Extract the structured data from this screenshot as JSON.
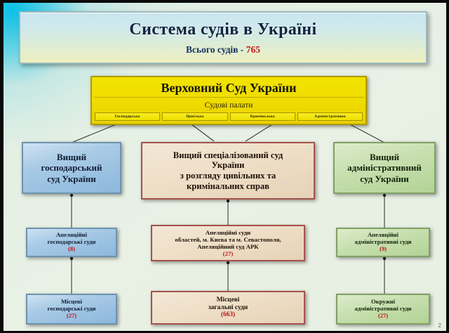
{
  "slide": {
    "page_number": "2",
    "title": "Система судів в Україні",
    "subtitle_label": "Всього судів -",
    "subtitle_count": "765"
  },
  "supreme_court": {
    "title": "Верховний Суд України",
    "chambers_label": "Судові палати",
    "chambers": [
      {
        "label": "Господарська"
      },
      {
        "label": "Цивільна"
      },
      {
        "label": "Кримінальна"
      },
      {
        "label": "Адміністративна"
      }
    ]
  },
  "branches": {
    "commercial": {
      "high_court": "Вищий\nгосподарський\nсуд України",
      "high_court_l1": "Вищий",
      "high_court_l2": "господарський",
      "high_court_l3": "суд України",
      "appeal_l1": "Апеляційні",
      "appeal_l2": "господарські суди",
      "appeal_count": "(8)",
      "local_l1": "Місцеві",
      "local_l2": "господарські суди",
      "local_count": "(27)"
    },
    "general": {
      "high_court_l1": "Вищий спеціалізований суд",
      "high_court_l2": "України",
      "high_court_l3": "з розгляду цивільних та",
      "high_court_l4": "кримінальних справ",
      "appeal_l1": "Апеляційні суди",
      "appeal_l2": "областей, м. Києва та м. Севастополя,",
      "appeal_l3": "Апеляційний суд АРК",
      "appeal_count": "(27)",
      "local_l1": "Місцеві",
      "local_l2": "загальні суди",
      "local_count": "(663)"
    },
    "administrative": {
      "high_court_l1": "Вищий",
      "high_court_l2": "адміністративний",
      "high_court_l3": "суд України",
      "appeal_l1": "Апеляційні",
      "appeal_l2": "адміністративні суди",
      "appeal_count": "(9)",
      "local_l1": "Окружні",
      "local_l2": "адміністративні суди",
      "local_count": "(27)"
    }
  },
  "colors": {
    "supreme_yellow": "#f0dd00",
    "commercial_blue": "#a9cbe6",
    "general_beige": "#efdfc8",
    "administrative_green": "#c6dfae",
    "count_red": "#bb1414",
    "background": "#e4efe3"
  }
}
